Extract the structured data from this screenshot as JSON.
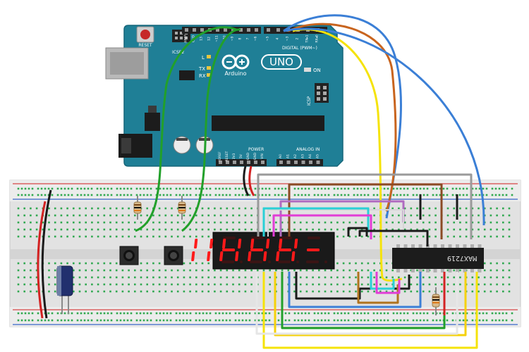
{
  "arduino": {
    "reset_label": "RESET",
    "icsp2_label": "ICSP2",
    "icsp_label": "ICSP",
    "digital_label": "DIGITAL (PWM~)",
    "brand_label": "Arduino",
    "uno_label": "UNO",
    "on_label": "ON",
    "l_label": "L",
    "tx_label": "TX",
    "rx_label": "RX",
    "power_label": "POWER",
    "analog_label": "ANALOG IN",
    "power_pins": [
      "IOREF",
      "RESET",
      "3V3",
      "5V",
      "GND",
      "GND",
      "VIN"
    ],
    "analog_pins": [
      "A0",
      "A1",
      "A2",
      "A3",
      "A4",
      "A5"
    ],
    "digital_pins": [
      "AREF",
      "GND",
      "13",
      "12",
      "~11",
      "~10",
      "~9",
      "8",
      "7",
      "~6",
      "~5",
      "4",
      "~3",
      "2",
      "TX▸1",
      "RX◂0"
    ]
  },
  "display": {
    "digits": [
      "H",
      "H",
      "H",
      "H"
    ]
  },
  "driver_chip": {
    "label": "MAX7219"
  },
  "colors": {
    "board": "#1f7f96",
    "breadboard": "#e4e4e4",
    "rail_red": "#d64545",
    "rail_blue": "#3a66c9",
    "hole_green": "#2fa84f",
    "segment_red": "#ff1a1a"
  }
}
